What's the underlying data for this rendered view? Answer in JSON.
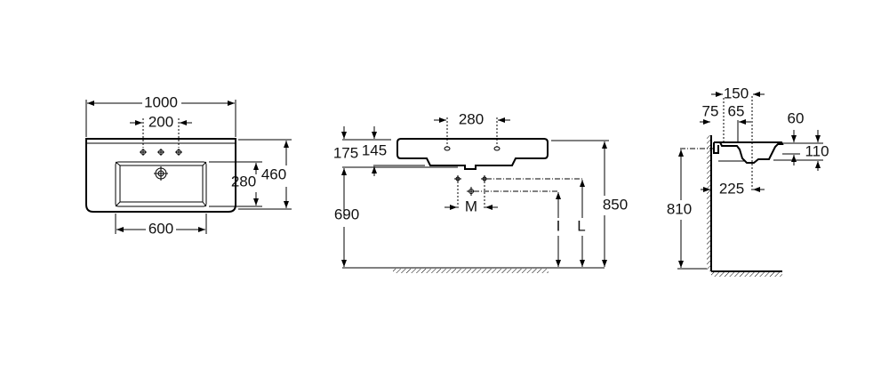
{
  "front_view": {
    "width": "1000",
    "tap_spacing": "200",
    "basin_depth": "280",
    "depth": "460",
    "basin_width": "600"
  },
  "side_view": {
    "tap_spacing": "280",
    "h1": "175",
    "h2": "145",
    "floor_to_bottom": "690",
    "floor_to_top": "850",
    "m": "M",
    "i": "I",
    "l": "L"
  },
  "profile_view": {
    "d150": "150",
    "d75": "75",
    "d65": "65",
    "d60": "60",
    "d110": "110",
    "d225": "225",
    "d810": "810"
  }
}
